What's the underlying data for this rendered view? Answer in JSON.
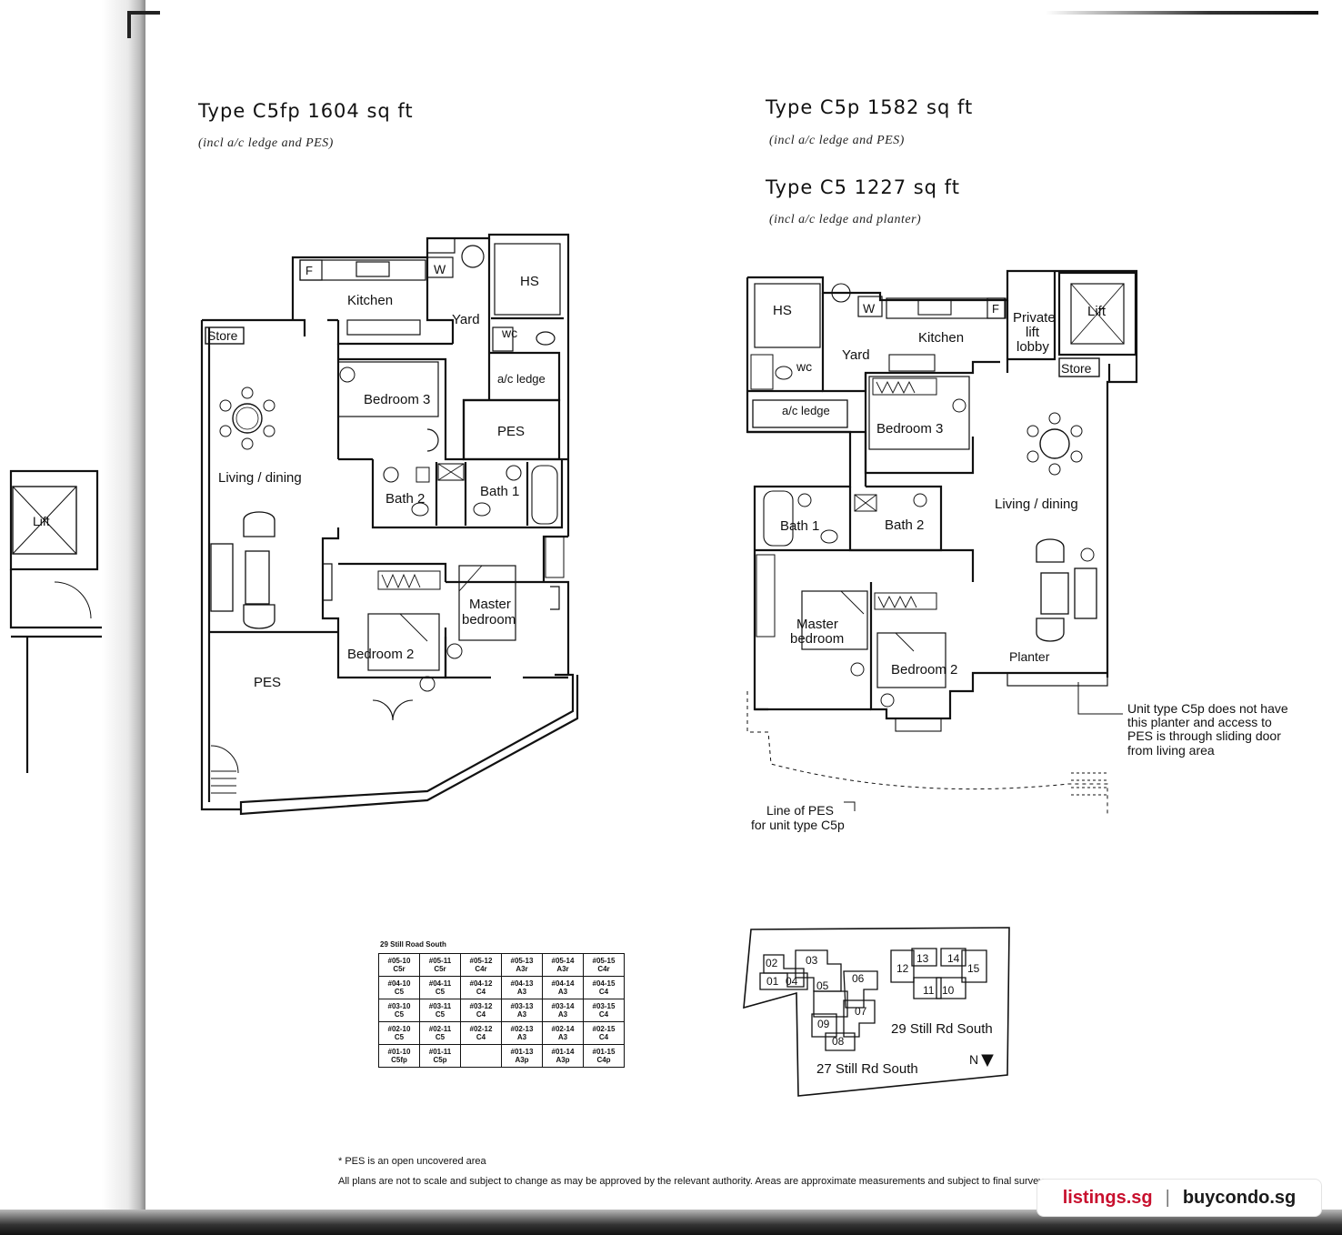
{
  "left_plan": {
    "title": "Type C5fp 1604 sq ft",
    "subtitle": "(incl a/c ledge and PES)",
    "rooms": {
      "fridge": "F",
      "kitchen": "Kitchen",
      "washer": "W",
      "hs": "HS",
      "yard": "Yard",
      "wc": "wc",
      "ac_ledge": "a/c ledge",
      "store": "Store",
      "bedroom3": "Bedroom 3",
      "pes_small": "PES",
      "living_dining": "Living / dining",
      "bath2": "Bath 2",
      "bath1": "Bath 1",
      "master_bedroom_l1": "Master",
      "master_bedroom_l2": "bedroom",
      "bedroom2": "Bedroom 2",
      "pes_large": "PES",
      "lift": "Lift"
    }
  },
  "right_plan": {
    "title_1": "Type C5p 1582 sq ft",
    "subtitle_1": "(incl a/c ledge and PES)",
    "title_2": "Type C5 1227 sq ft",
    "subtitle_2": "(incl a/c ledge and planter)",
    "rooms": {
      "hs": "HS",
      "washer": "W",
      "kitchen": "Kitchen",
      "fridge": "F",
      "private_lift_l1": "Private",
      "private_lift_l2": "lift",
      "private_lift_l3": "lobby",
      "lift": "Lift",
      "yard": "Yard",
      "wc": "wc",
      "store": "Store",
      "ac_ledge": "a/c ledge",
      "bedroom3": "Bedroom 3",
      "living_dining": "Living / dining",
      "bath1": "Bath 1",
      "bath2": "Bath 2",
      "master_bedroom_l1": "Master",
      "master_bedroom_l2": "bedroom",
      "bedroom2": "Bedroom 2",
      "planter": "Planter"
    },
    "note_planter": [
      "Unit type C5p does not have",
      "this planter and access to",
      "PES is through sliding door",
      "from living area"
    ],
    "note_pes_line": [
      "Line of PES",
      "for unit type C5p"
    ]
  },
  "unit_grid": {
    "title": "29 Still Road South",
    "rows": [
      [
        [
          "#05-10",
          "C5r"
        ],
        [
          "#05-11",
          "C5r"
        ],
        [
          "#05-12",
          "C4r"
        ],
        [
          "#05-13",
          "A3r"
        ],
        [
          "#05-14",
          "A3r"
        ],
        [
          "#05-15",
          "C4r"
        ]
      ],
      [
        [
          "#04-10",
          "C5"
        ],
        [
          "#04-11",
          "C5"
        ],
        [
          "#04-12",
          "C4"
        ],
        [
          "#04-13",
          "A3"
        ],
        [
          "#04-14",
          "A3"
        ],
        [
          "#04-15",
          "C4"
        ]
      ],
      [
        [
          "#03-10",
          "C5"
        ],
        [
          "#03-11",
          "C5"
        ],
        [
          "#03-12",
          "C4"
        ],
        [
          "#03-13",
          "A3"
        ],
        [
          "#03-14",
          "A3"
        ],
        [
          "#03-15",
          "C4"
        ]
      ],
      [
        [
          "#02-10",
          "C5"
        ],
        [
          "#02-11",
          "C5"
        ],
        [
          "#02-12",
          "C4"
        ],
        [
          "#02-13",
          "A3"
        ],
        [
          "#02-14",
          "A3"
        ],
        [
          "#02-15",
          "C4"
        ]
      ],
      [
        [
          "#01-10",
          "C5fp"
        ],
        [
          "#01-11",
          "C5p"
        ],
        [
          "",
          ""
        ],
        [
          "#01-13",
          "A3p"
        ],
        [
          "#01-14",
          "A3p"
        ],
        [
          "#01-15",
          "C4p"
        ]
      ]
    ]
  },
  "site_plan": {
    "blocks": [
      "02",
      "03",
      "01",
      "04",
      "05",
      "06",
      "07",
      "09",
      "08",
      "12",
      "13",
      "14",
      "15",
      "11",
      "10"
    ],
    "label_29": "29 Still Rd South",
    "label_27": "27 Still Rd South",
    "north": "N"
  },
  "notes": {
    "pes": "* PES is an open uncovered area",
    "disclaimer": "All plans are not to scale and subject to change as may be approved by the relevant authority. Areas are approximate measurements and subject to final survey."
  },
  "watermark": {
    "left": "listings.sg",
    "separator": "|",
    "right": "buycondo.sg"
  }
}
